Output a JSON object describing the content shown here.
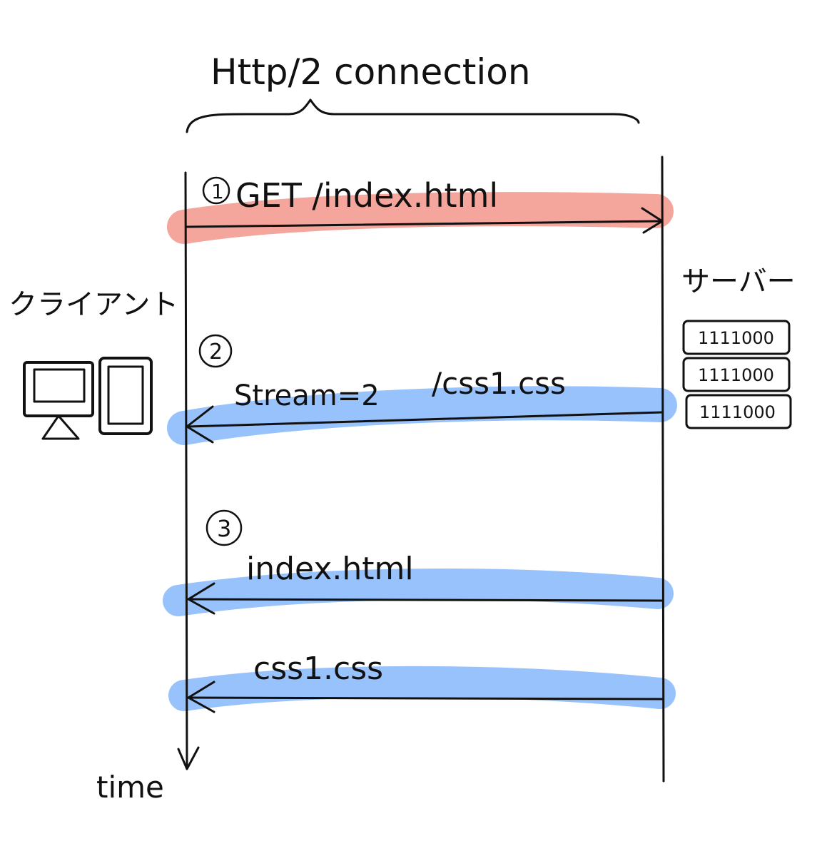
{
  "title": "Http/2 connection",
  "client_label": "クライアント",
  "server_label": "サーバー",
  "time_label": "time",
  "colors": {
    "request_highlight": "#f4a59c",
    "response_highlight": "#98c2fb",
    "ink": "#111111"
  },
  "messages": [
    {
      "step": "1",
      "label": "GET /index.html",
      "direction": "client-to-server",
      "highlight": "request"
    },
    {
      "step": "2",
      "label_left": "Stream=2",
      "label_right": "/css1.css",
      "direction": "server-to-client",
      "highlight": "response"
    },
    {
      "step": "3",
      "label": "index.html",
      "direction": "server-to-client",
      "highlight": "response"
    },
    {
      "step": "",
      "label": "css1.css",
      "direction": "server-to-client",
      "highlight": "response"
    }
  ],
  "server_rack": [
    {
      "text": "1111000"
    },
    {
      "text": "1111000"
    },
    {
      "text": "1111000"
    }
  ]
}
